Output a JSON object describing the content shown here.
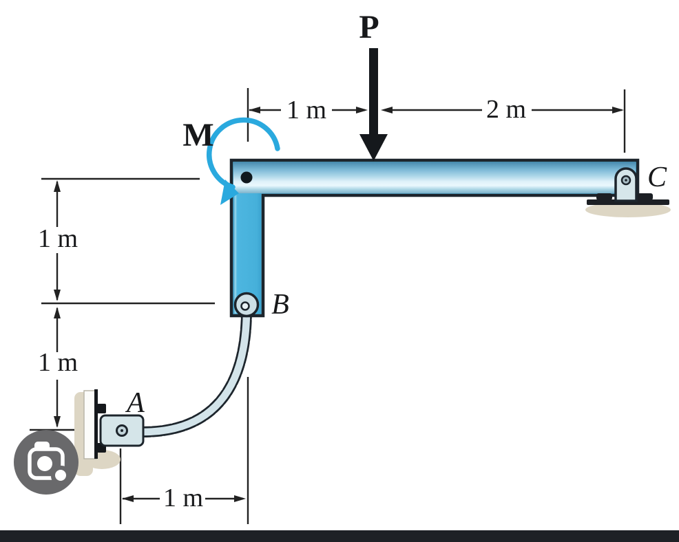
{
  "figure": {
    "description": "statics frame diagram with force P, moment M, pins A B and support C",
    "force_label": "P",
    "moment_label": "M",
    "joint_labels": {
      "a": "A",
      "b": "B",
      "c": "C"
    },
    "dimensions": {
      "top_left": "1 m",
      "top_right": "2 m",
      "left_upper": "1 m",
      "left_lower": "1 m",
      "bottom": "1 m"
    },
    "colors": {
      "beam_fill": "#4db6e0",
      "beam_highlight": "#eaf8fd",
      "outline": "#1d252c",
      "moment_arrow": "#2aa9de",
      "member_fill": "#d3e4ea",
      "support_shadow": "#ddd6c4",
      "dimension_line": "#222222",
      "arrow_black": "#15181c"
    }
  },
  "overlay": {
    "lens_icon": "google-lens-camera-icon",
    "lens_button_color": "#69696b",
    "bottom_bar_color": "#1e2126"
  }
}
